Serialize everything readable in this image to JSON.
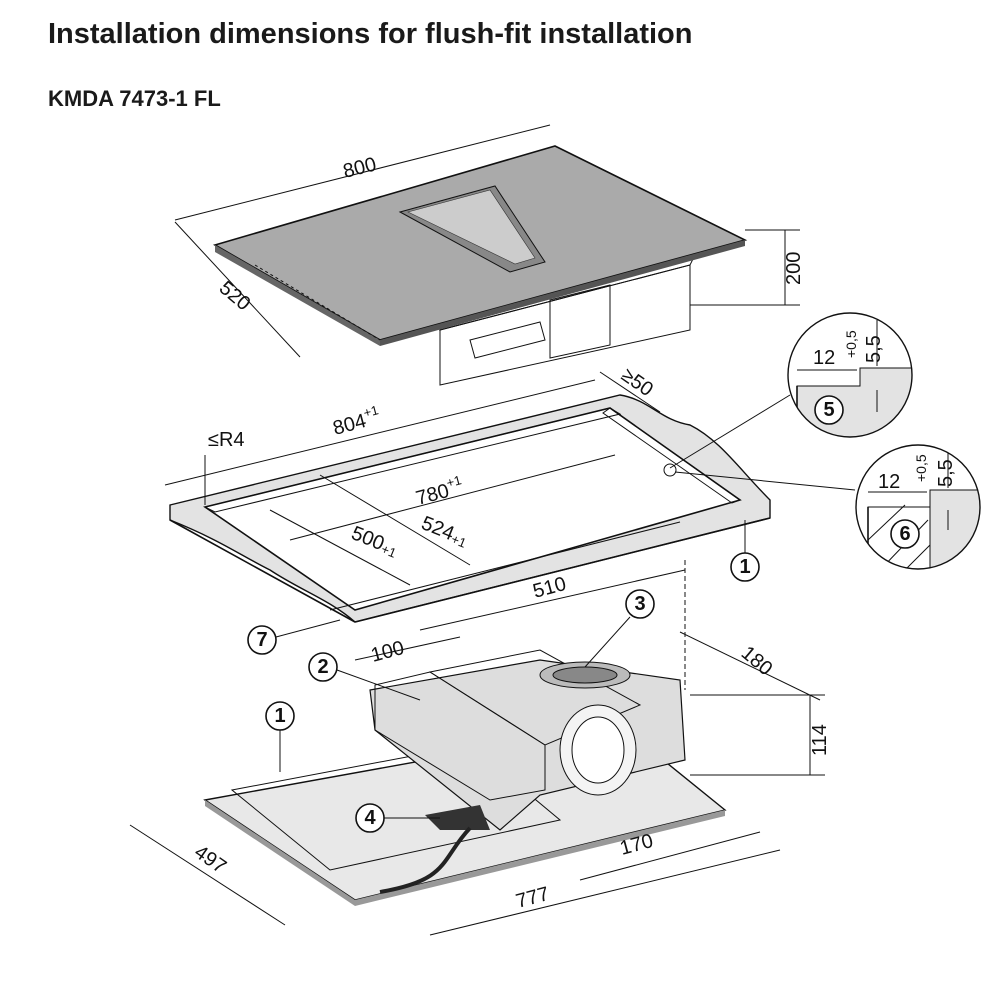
{
  "title": "Installation dimensions for flush-fit installation",
  "model": "KMDA 7473-1 FL",
  "dimensions": {
    "hob_width": "800",
    "hob_depth": "520",
    "hob_height": "200",
    "cutout_outer_width": "804",
    "cutout_outer_width_tol": "+1",
    "corner_radius": "≤R4",
    "rear_clearance": "≥50",
    "cutout_inner_width": "780",
    "cutout_inner_width_tol": "+1",
    "cutout_inner_depth": "500",
    "cutout_inner_depth_tol": "+1",
    "cutout_outer_depth": "524",
    "cutout_outer_depth_tol": "+1",
    "fan_width": "510",
    "fan_offset": "100",
    "fan_depth": "180",
    "fan_height": "114",
    "outlet_offset": "170",
    "base_depth": "497",
    "base_width": "777"
  },
  "detail_5": {
    "width": "12",
    "depth": "5,5",
    "tolerance": "+0,5",
    "callout": "5"
  },
  "detail_6": {
    "width": "12",
    "depth": "5,5",
    "tolerance": "+0,5",
    "callout": "6"
  },
  "callouts": {
    "c1_worktop": "1",
    "c7": "7",
    "c3": "3",
    "c2": "2",
    "c1_base": "1",
    "c4": "4"
  }
}
